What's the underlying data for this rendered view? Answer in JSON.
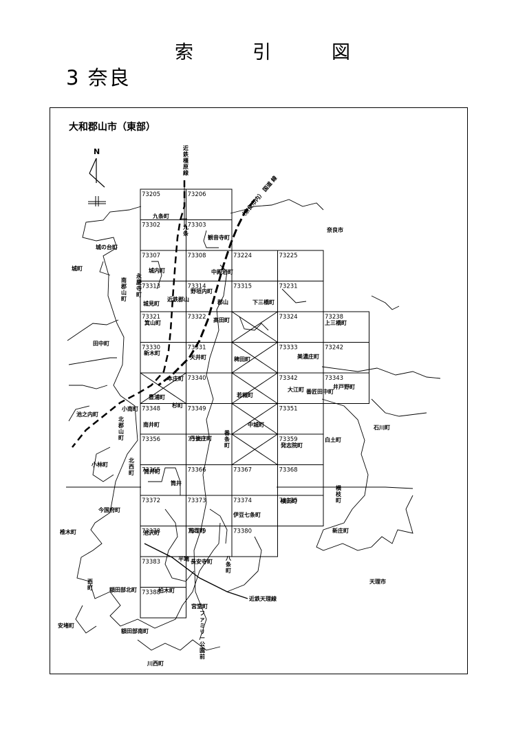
{
  "header": {
    "title_chars": [
      "索",
      "引",
      "図"
    ],
    "subtitle": "3 奈良"
  },
  "map": {
    "title": "大和郡山市（東部）",
    "north_label": "N",
    "grid_cells": [
      {
        "code": "73205",
        "col": 0,
        "row": 0
      },
      {
        "code": "73206",
        "col": 1,
        "row": 0
      },
      {
        "code": "73302",
        "col": 0,
        "row": 1
      },
      {
        "code": "73303",
        "col": 1,
        "row": 1
      },
      {
        "code": "73307",
        "col": 0,
        "row": 2
      },
      {
        "code": "73308",
        "col": 1,
        "row": 2
      },
      {
        "code": "73224",
        "col": 2,
        "row": 2
      },
      {
        "code": "73225",
        "col": 3,
        "row": 2
      },
      {
        "code": "73313",
        "col": 0,
        "row": 3
      },
      {
        "code": "73314",
        "col": 1,
        "row": 3
      },
      {
        "code": "73315",
        "col": 2,
        "row": 3
      },
      {
        "code": "73231",
        "col": 3,
        "row": 3
      },
      {
        "code": "73321",
        "col": 0,
        "row": 4
      },
      {
        "code": "73322",
        "col": 1,
        "row": 4
      },
      {
        "code": "",
        "col": 2,
        "row": 4,
        "crossed": true
      },
      {
        "code": "73324",
        "col": 3,
        "row": 4
      },
      {
        "code": "73238",
        "col": 4,
        "row": 4
      },
      {
        "code": "73330",
        "col": 0,
        "row": 5
      },
      {
        "code": "73331",
        "col": 1,
        "row": 5
      },
      {
        "code": "",
        "col": 2,
        "row": 5,
        "crossed": true
      },
      {
        "code": "73333",
        "col": 3,
        "row": 5
      },
      {
        "code": "73242",
        "col": 4,
        "row": 5
      },
      {
        "code": "",
        "col": 0,
        "row": 6,
        "crossed": true
      },
      {
        "code": "73340",
        "col": 1,
        "row": 6
      },
      {
        "code": "",
        "col": 2,
        "row": 6,
        "crossed": true
      },
      {
        "code": "73342",
        "col": 3,
        "row": 6
      },
      {
        "code": "73343",
        "col": 4,
        "row": 6
      },
      {
        "code": "73348",
        "col": 0,
        "row": 7
      },
      {
        "code": "73349",
        "col": 1,
        "row": 7
      },
      {
        "code": "",
        "col": 2,
        "row": 7,
        "crossed": true
      },
      {
        "code": "73351",
        "col": 3,
        "row": 7
      },
      {
        "code": "73356",
        "col": 0,
        "row": 8
      },
      {
        "code": "73357",
        "col": 1,
        "row": 8
      },
      {
        "code": "",
        "col": 2,
        "row": 8,
        "crossed": true
      },
      {
        "code": "73359",
        "col": 3,
        "row": 8
      },
      {
        "code": "73365",
        "col": 0,
        "row": 9
      },
      {
        "code": "73366",
        "col": 1,
        "row": 9
      },
      {
        "code": "73367",
        "col": 2,
        "row": 9
      },
      {
        "code": "73368",
        "col": 3,
        "row": 9
      },
      {
        "code": "73372",
        "col": 0,
        "row": 10
      },
      {
        "code": "73373",
        "col": 1,
        "row": 10
      },
      {
        "code": "73374",
        "col": 2,
        "row": 10
      },
      {
        "code": "73375",
        "col": 3,
        "row": 10
      },
      {
        "code": "73378",
        "col": 0,
        "row": 11
      },
      {
        "code": "73379",
        "col": 1,
        "row": 11
      },
      {
        "code": "73380",
        "col": 2,
        "row": 11
      },
      {
        "code": "73383",
        "col": 0,
        "row": 12
      },
      {
        "code": "73388",
        "col": 0,
        "row": 13
      }
    ],
    "railways": {
      "kintetsu_kashihara": "近鉄橿原線",
      "keihan_meihan": "（奈良市内） 国道 線",
      "kintetsu_tenri": "近鉄天理線"
    },
    "places": {
      "nara_city": "奈良市",
      "tenri_city": "天理市",
      "kujo": "九条町",
      "kujo_station": "九条",
      "kannonji": "観音寺町",
      "jonomon": "城の台町",
      "jo": "城町",
      "jonai": "城内町",
      "eikeiji": "永慶寺町",
      "minami_koriyama": "南郡山町",
      "nakajio": "中殿岩町",
      "kuramizu": "野垣内町",
      "koriyama": "郡山",
      "kintetsu_koriyama": "近鉄郡山",
      "shimomitsuhashi": "下三橋町",
      "jomi": "城見町",
      "minoyama": "箕山町",
      "takada": "高田町",
      "kamimitsuhashi": "上三橋町",
      "tanaka": "田中町",
      "shinki": "新木町",
      "tenri": "天井町",
      "hieda": "稗田町",
      "minoshosho": "美濃庄町",
      "ikenouchi": "池之内町",
      "honsho": "本庄町",
      "wakatsuki": "若槻町",
      "oe": "大江町",
      "bangouda": "番匠田中町",
      "idono": "井戸野町",
      "houshoura": "豊浦町",
      "sugi": "杉町",
      "minami_naka": "小南町",
      "nakajo": "中城町",
      "ishikawa": "石川町",
      "minami_i": "南井町",
      "kita_koriyama": "北郡山町",
      "tango": "丹後庄町",
      "banjo": "番条町",
      "hosshiin": "発志院町",
      "shiratsuchi": "白土町",
      "kobayashi": "小林町",
      "kitanishi": "北西町",
      "tsutsui": "筒井町",
      "tsutsui_station": "筒井",
      "shikiri": "横枝町",
      "imakokufu": "今国府町",
      "yokota": "横田町",
      "izu_shichijo": "伊豆七条町",
      "shiinoki": "椎木町",
      "ikezawa": "池沢町",
      "matsuri": "馬司町",
      "shinjo": "新庄町",
      "heiwa": "平端",
      "choanji": "長安寺町",
      "hachijo": "八条町",
      "nishi": "西町",
      "nukatabe_kita": "額田部北町",
      "kashiwagi": "柏木町",
      "anto": "安堵町",
      "nukatabe_minami": "額田部南町",
      "miyado": "宮堂町",
      "famiri_koen": "ファミリー公園前",
      "kawanishi": "川西町"
    }
  }
}
